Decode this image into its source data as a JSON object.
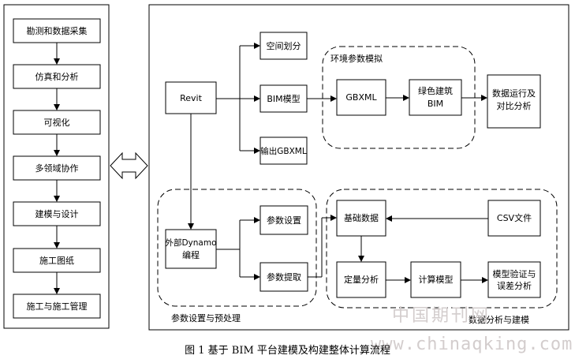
{
  "left_steps": [
    "勘测和数据采集",
    "仿真和分析",
    "可视化",
    "多领域协作",
    "建模与设计",
    "施工图纸",
    "施工与施工管理"
  ],
  "nodes": {
    "revit": "Revit",
    "space": "空间划分",
    "bim_model": "BIM模型",
    "export_gbxml": "输出GBXML",
    "gbxml": "GBXML",
    "green_bim_1": "绿色建筑",
    "green_bim_2": "BIM",
    "result_1": "数据运行及",
    "result_2": "对比分析",
    "dynamo_1": "外部Dynamo",
    "dynamo_2": "编程",
    "param_set": "参数设置",
    "param_extract": "参数提取",
    "base_data": "基础数据",
    "csv": "CSV文件",
    "quant": "定量分析",
    "calc_model": "计算模型",
    "verify_1": "模型验证与",
    "verify_2": "误差分析"
  },
  "groups": {
    "env_sim": "环境参数模拟",
    "param_pre": "参数设置与预处理",
    "data_analysis": "数据分析与建模"
  },
  "caption": "图 1  基于 BIM 平台建模及构建整体计算流程",
  "watermark": {
    "cn": "中国期刊网",
    "url": "www.chinaqking.com"
  }
}
